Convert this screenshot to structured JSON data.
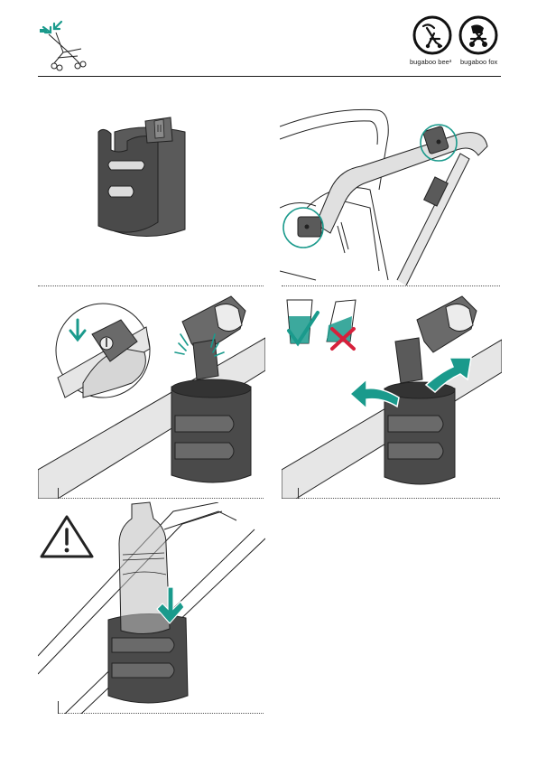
{
  "header": {
    "brands": [
      {
        "label": "bugaboo bee³",
        "icon": "stroller-bee-icon"
      },
      {
        "label": "bugaboo fox",
        "icon": "stroller-fox-icon"
      }
    ],
    "corner_icon": "folding-stroller-icon"
  },
  "steps": [
    {
      "id": "step-1",
      "depicts": "cup-holder"
    },
    {
      "id": "step-2",
      "depicts": "handlebar-mount-points"
    },
    {
      "id": "step-3",
      "depicts": "attach-cup-holder"
    },
    {
      "id": "step-4",
      "depicts": "level-cup-holder"
    },
    {
      "id": "step-5",
      "depicts": "insert-bottle"
    }
  ],
  "colors": {
    "accent": "#1a9a8c",
    "holder_dark": "#4a4a4a",
    "holder_light": "#6a6a6a",
    "frame": "#d9d9d9",
    "cross": "#d6213b",
    "line": "#1a1a1a"
  }
}
